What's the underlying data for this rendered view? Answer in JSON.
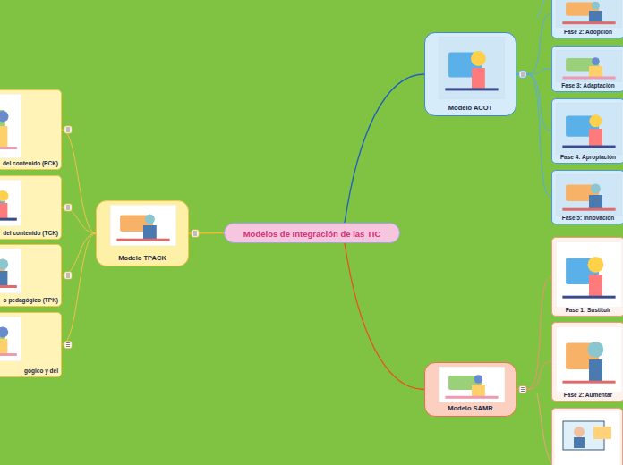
{
  "diagram": {
    "nodes": [
      {
        "text": [
          "Modelos de Integración de las TIC"
        ]
      },
      {
        "text": [
          "Modelo TPACK"
        ]
      },
      {
        "text": [
          "del contenido (PCK)"
        ]
      },
      {
        "text": [
          "del contenido (TCK)"
        ]
      },
      {
        "text": [
          "o pedagógico (TPK)"
        ]
      },
      {
        "text": [
          "gógico y del"
        ]
      },
      {
        "text": [
          "Modelo ACOT"
        ]
      },
      {
        "text": [
          "Fase 2: Adopción"
        ]
      },
      {
        "text": [
          "Fase 3: Adaptación"
        ]
      },
      {
        "text": [
          "Fase 4: Apropiación"
        ]
      },
      {
        "text": [
          "Fase 5: Innovación"
        ]
      },
      {
        "text": [
          "Modelo SAMR"
        ]
      },
      {
        "text": [
          "Fase 1: Sustituir"
        ]
      },
      {
        "text": [
          "Fase 2: Aumentar"
        ]
      }
    ],
    "edges": [
      {
        "from": 0,
        "to": 1,
        "arrow": "none"
      },
      {
        "from": 1,
        "to": 2,
        "arrow": "none"
      },
      {
        "from": 1,
        "to": 3,
        "arrow": "none"
      },
      {
        "from": 1,
        "to": 4,
        "arrow": "none"
      },
      {
        "from": 1,
        "to": 5,
        "arrow": "none"
      },
      {
        "from": 0,
        "to": 6,
        "arrow": "none"
      },
      {
        "from": 6,
        "to": 7,
        "arrow": "none"
      },
      {
        "from": 6,
        "to": 8,
        "arrow": "none"
      },
      {
        "from": 6,
        "to": 9,
        "arrow": "none"
      },
      {
        "from": 6,
        "to": 10,
        "arrow": "none"
      },
      {
        "from": 0,
        "to": 11,
        "arrow": "none"
      },
      {
        "from": 11,
        "to": 12,
        "arrow": "none"
      },
      {
        "from": 11,
        "to": 13,
        "arrow": "none"
      }
    ]
  }
}
